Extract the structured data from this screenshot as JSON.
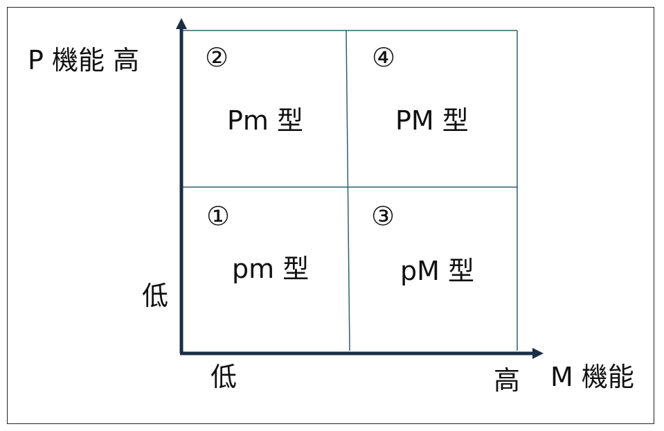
{
  "axes": {
    "y_title": "P 機能",
    "y_high": "高",
    "y_low": "低",
    "x_title": "M 機能",
    "x_low": "低",
    "x_high": "高"
  },
  "quadrants": {
    "q1": {
      "number": "①",
      "type": "pm 型"
    },
    "q2": {
      "number": "②",
      "type": "Pm 型"
    },
    "q3": {
      "number": "③",
      "type": "pM 型"
    },
    "q4": {
      "number": "④",
      "type": "PM 型"
    }
  },
  "colors": {
    "axis": "#1a2e44",
    "grid": "#2f5f6f",
    "frame": "#222222"
  }
}
